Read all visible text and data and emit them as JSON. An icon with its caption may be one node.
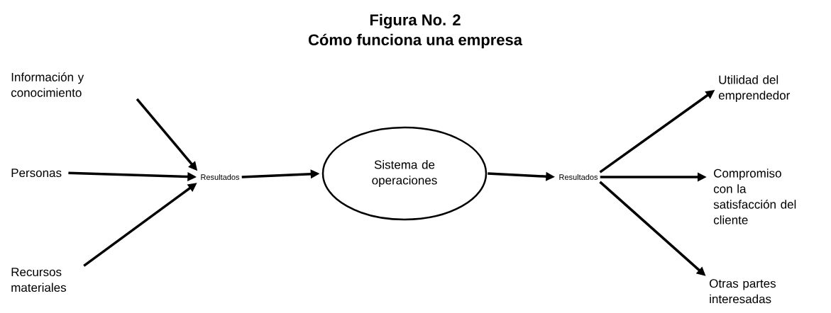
{
  "diagram": {
    "title": "Figura No. 2",
    "nodes": [
      {
        "text": [
          "Información y conocimiento"
        ]
      },
      {
        "text": [
          "Personas"
        ]
      },
      {
        "text": [
          "Recursos materiales"
        ]
      },
      {
        "text": [
          "Resultados"
        ]
      },
      {
        "text": [
          "Sistema de operaciones"
        ]
      },
      {
        "text": [
          "Resultados"
        ]
      },
      {
        "text": [
          "Utilidad del emprendedor"
        ]
      },
      {
        "text": [
          "Compromiso con la satisfacción del cliente"
        ]
      },
      {
        "text": [
          "Otras partes interesadas"
        ]
      }
    ],
    "edges": [
      {
        "from": 0,
        "to": 3,
        "arrow": "to"
      },
      {
        "from": 1,
        "to": 3,
        "arrow": "to"
      },
      {
        "from": 2,
        "to": 3,
        "arrow": "to"
      },
      {
        "from": 3,
        "to": 4,
        "arrow": "to"
      },
      {
        "from": 4,
        "to": 5,
        "arrow": "to"
      },
      {
        "from": 5,
        "to": 6,
        "arrow": "to"
      },
      {
        "from": 5,
        "to": 7,
        "arrow": "to"
      },
      {
        "from": 5,
        "to": 8,
        "arrow": "to"
      }
    ],
    "labels": [
      "Cómo funciona una empresa"
    ]
  }
}
